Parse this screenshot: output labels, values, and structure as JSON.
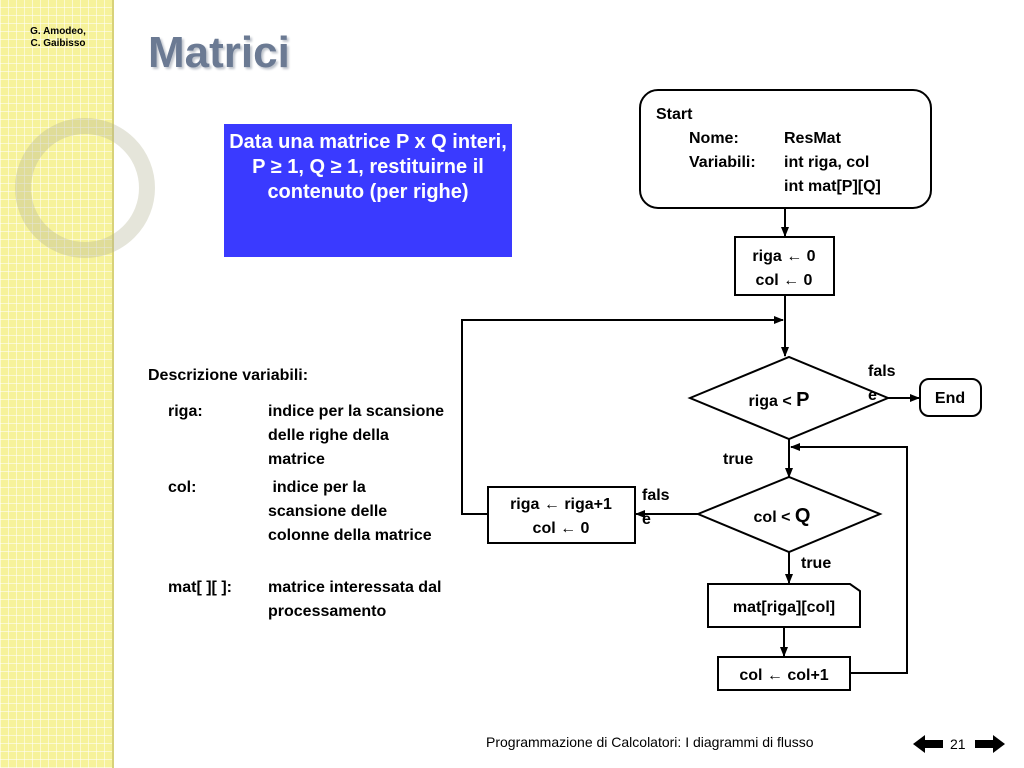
{
  "header": {
    "authors": "G. Amodeo,\nC. Gaibisso",
    "title": "Matrici"
  },
  "problem_box": {
    "text": "Data una matrice P x Q interi, P ≥ 1, Q ≥ 1, restituirne il contenuto (per righe)"
  },
  "variables": {
    "title": "Descrizione variabili:",
    "items": [
      {
        "name": "riga:",
        "desc": "indice per la scansione delle righe della matrice"
      },
      {
        "name": "col:",
        "desc": " indice per la scansione delle colonne della matrice"
      },
      {
        "name": "mat[ ][ ]:",
        "desc": "matrice interessata dal processamento"
      }
    ]
  },
  "flowchart": {
    "start": {
      "title": "Start",
      "nome_label": "Nome:",
      "nome_value": "ResMat",
      "var_label": "Variabili:",
      "var_line1": "int riga,  col",
      "var_line2": "int mat[P][Q]"
    },
    "init": {
      "line1": "riga ← 0",
      "line2": "col ← 0"
    },
    "cond1": {
      "text": "riga < ",
      "var": "P"
    },
    "cond2": {
      "text": "col < ",
      "var": "Q"
    },
    "end": "End",
    "false1": {
      "line1": "fals",
      "line2": "e"
    },
    "false2": {
      "line1": "fals",
      "line2": "e"
    },
    "true1": "true",
    "true2": "true",
    "incr_row": {
      "line1": "riga ← riga+1",
      "line2": "col ← 0"
    },
    "output": "mat[riga][col]",
    "incr_col": "col ← col+1"
  },
  "footer": {
    "text": "Programmazione di Calcolatori: I diagrammi di flusso",
    "page": "21"
  }
}
